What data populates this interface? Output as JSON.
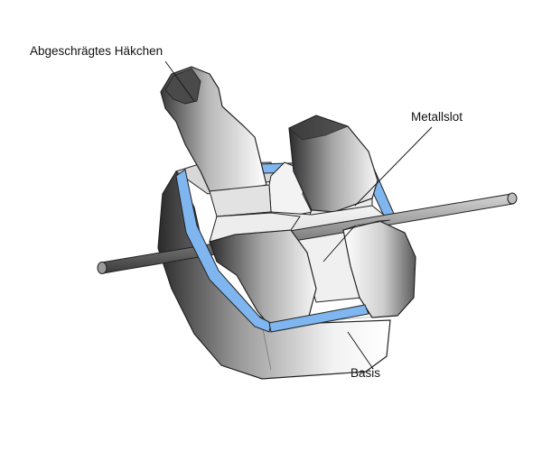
{
  "labels": {
    "hook": "Abgeschrägtes Häkchen",
    "slot": "Metallslot",
    "base": "Basis"
  },
  "colors": {
    "ligature_blue": "#7fb6f0",
    "outline": "#222222",
    "wire_gray": "#8a8a8a"
  }
}
